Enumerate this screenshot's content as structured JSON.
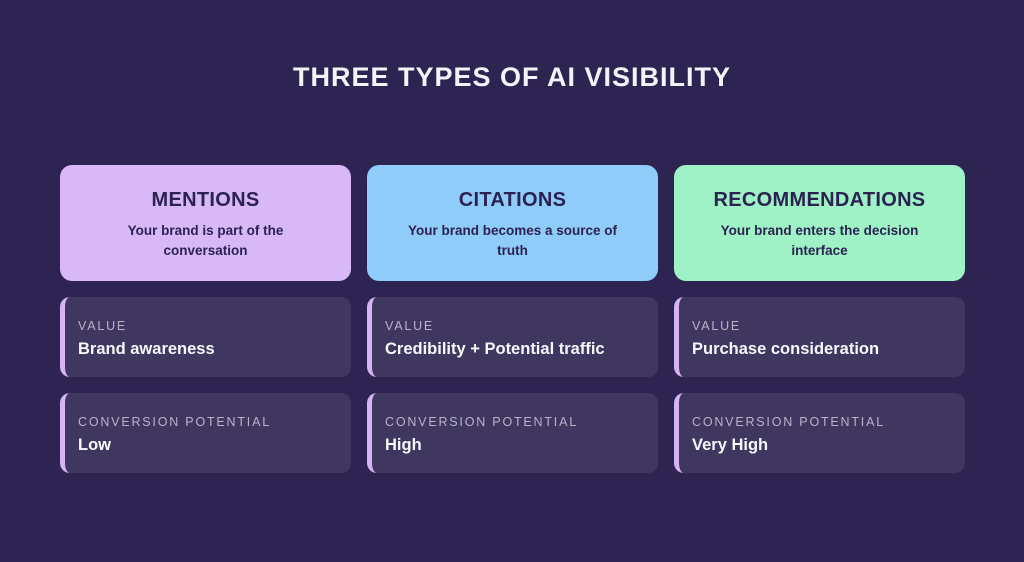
{
  "page": {
    "title": "THREE TYPES OF AI VISIBILITY"
  },
  "labels": {
    "value": "VALUE",
    "conversion": "CONVERSION POTENTIAL"
  },
  "colors": {
    "background": "#2e2452",
    "card_dark": "#403761",
    "stripe": "#d4b4f2",
    "mentions_bg": "#d9b8f7",
    "citations_bg": "#90ccfa",
    "recommendations_bg": "#9ef2c6",
    "header_text": "#2c2251",
    "label_text": "#b9b3ca",
    "value_text": "#f8f7fb",
    "title_text": "#f5f3fa"
  },
  "columns": [
    {
      "header": {
        "title": "MENTIONS",
        "subtitle": "Your brand is part of the conversation"
      },
      "value": "Brand awareness",
      "conversion": "Low"
    },
    {
      "header": {
        "title": "CITATIONS",
        "subtitle": "Your brand becomes a source of truth"
      },
      "value": "Credibility + Potential traffic",
      "conversion": "High"
    },
    {
      "header": {
        "title": "RECOMMENDATIONS",
        "subtitle": "Your brand enters the decision interface"
      },
      "value": "Purchase consideration",
      "conversion": "Very High"
    }
  ]
}
